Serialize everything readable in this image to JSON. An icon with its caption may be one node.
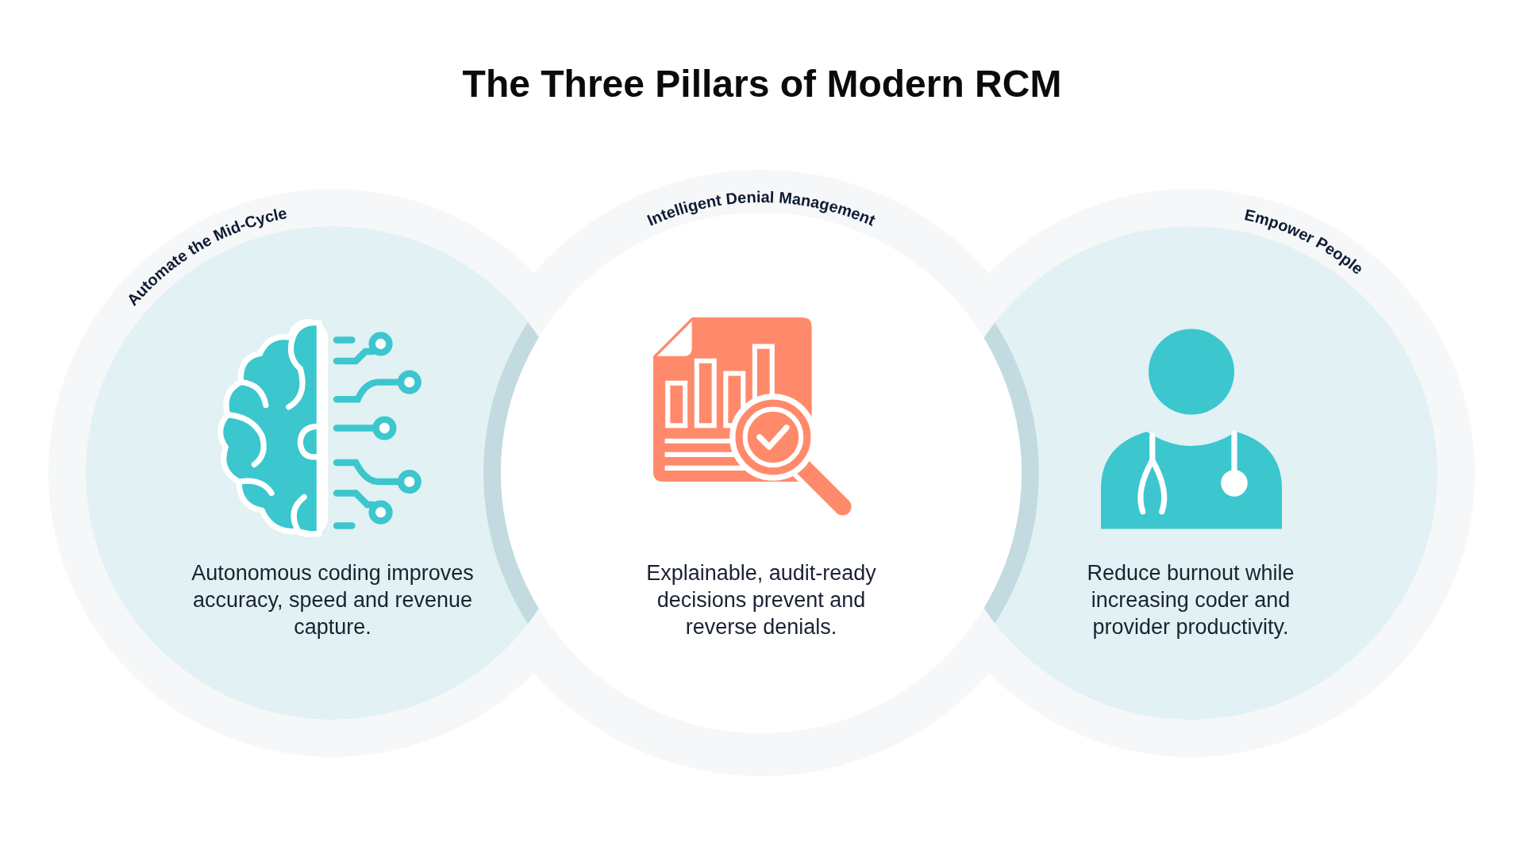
{
  "diagram": {
    "title": "The Three Pillars of Modern RCM",
    "nodes": [
      {
        "text": [
          "Automate the Mid-Cycle",
          "Autonomous coding improves accuracy, speed and revenue capture."
        ]
      },
      {
        "text": [
          "Intelligent Denial Management",
          "Explainable, audit-ready decisions prevent and reverse denials."
        ]
      },
      {
        "text": [
          "Empower People",
          "Reduce burnout while increasing coder and provider productivity."
        ]
      }
    ]
  }
}
